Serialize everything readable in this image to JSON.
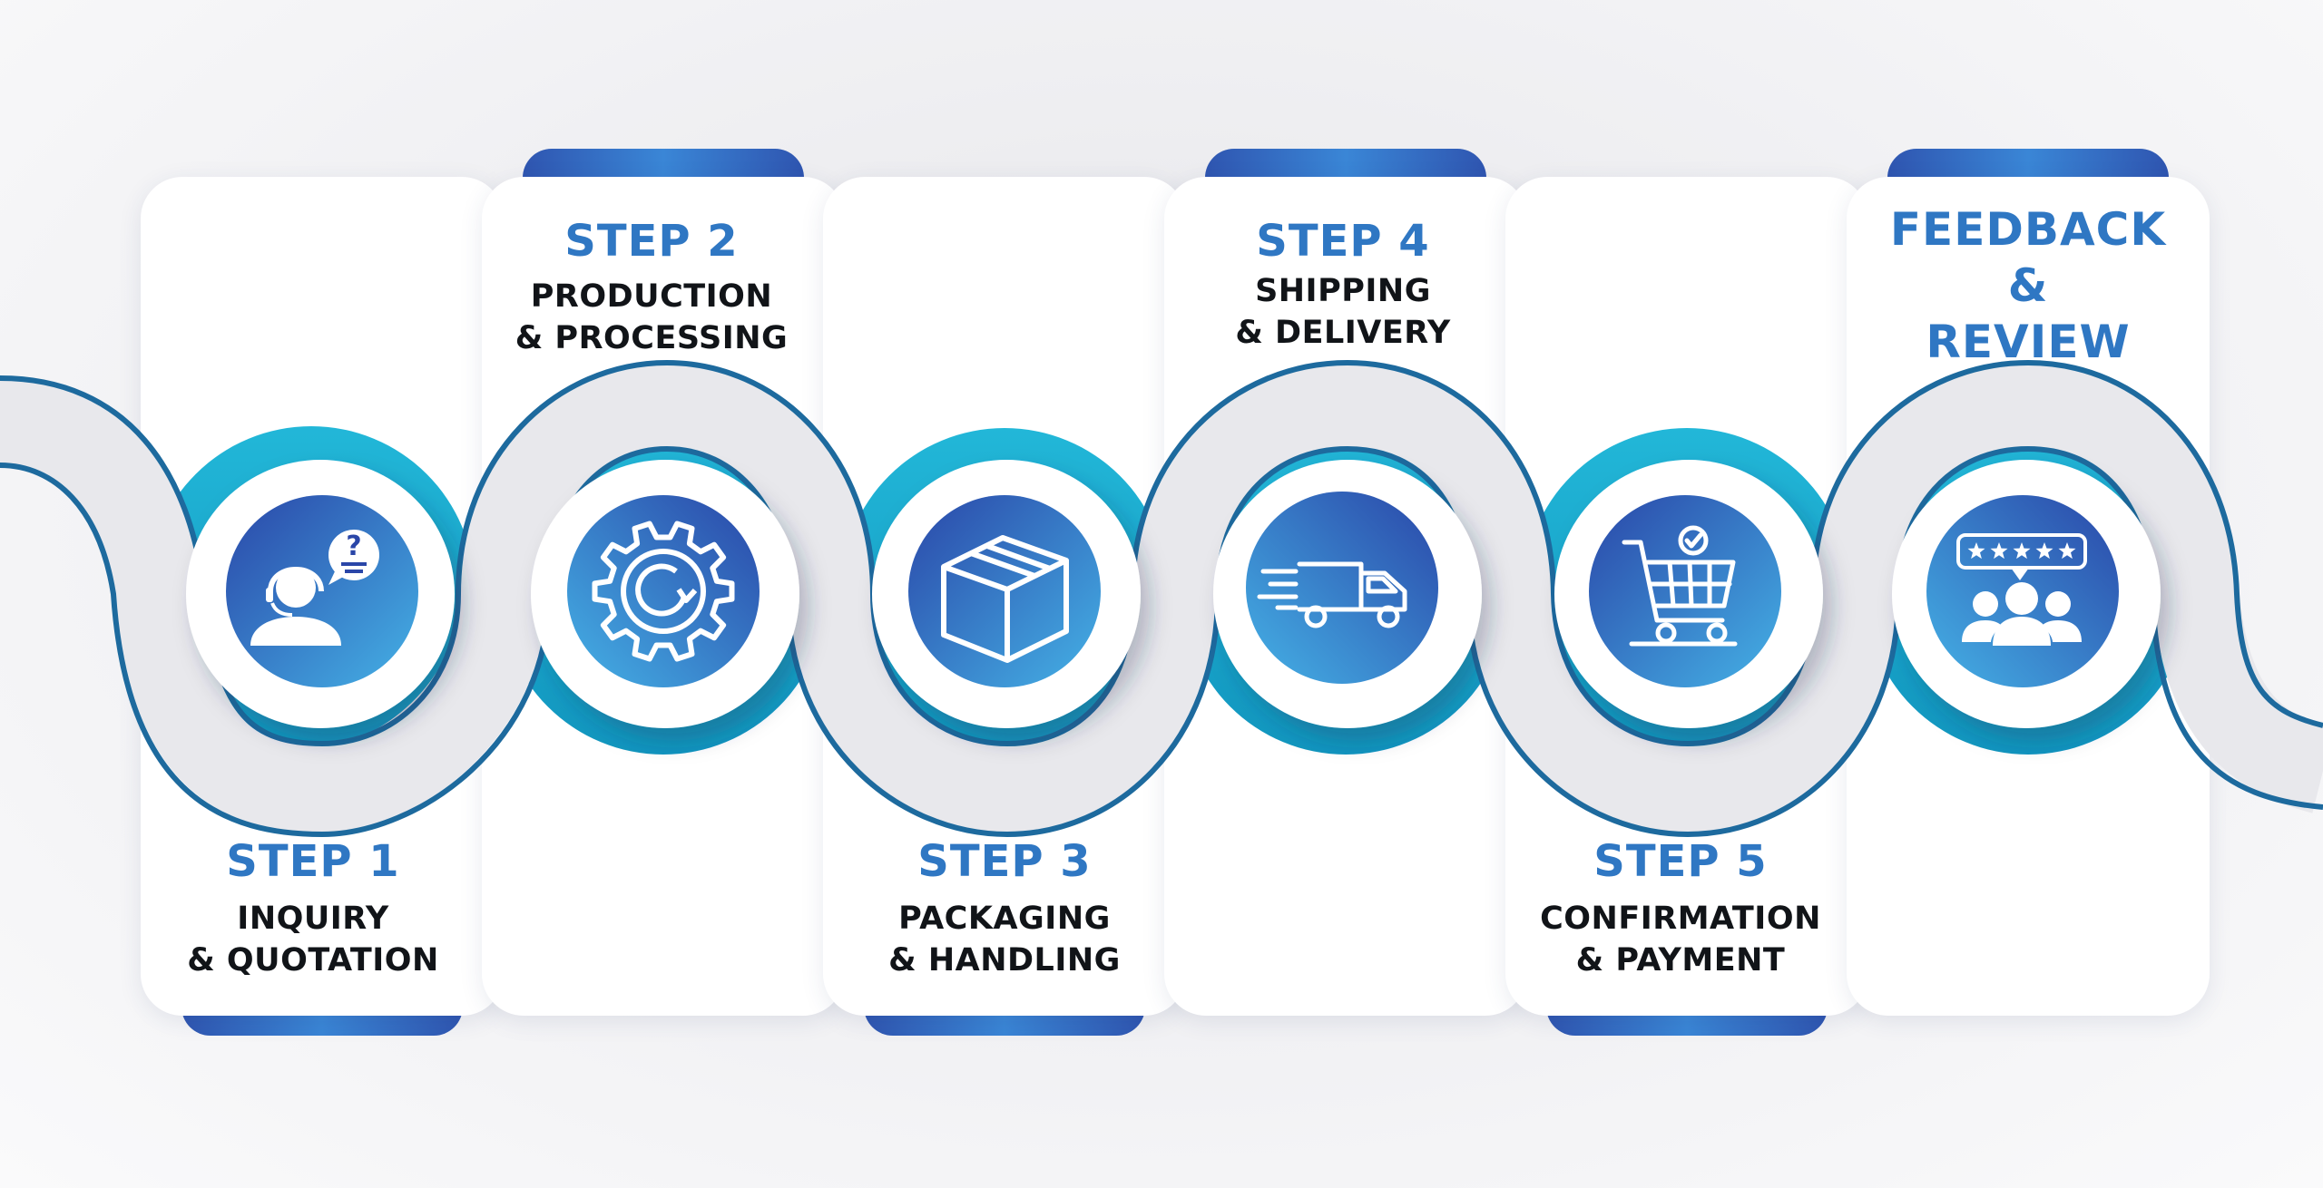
{
  "steps": [
    {
      "num": "STEP 1",
      "line1": "INQUIRY",
      "line2": "& QUOTATION",
      "icon": "customer-support-icon"
    },
    {
      "num": "STEP 2",
      "line1": "PRODUCTION",
      "line2": "& PROCESSING",
      "icon": "gear-process-icon"
    },
    {
      "num": "STEP 3",
      "line1": "PACKAGING",
      "line2": "& HANDLING",
      "icon": "package-box-icon"
    },
    {
      "num": "STEP 4",
      "line1": "SHIPPING",
      "line2": "& DELIVERY",
      "icon": "delivery-truck-icon"
    },
    {
      "num": "STEP 5",
      "line1": "CONFIRMATION",
      "line2": "& PAYMENT",
      "icon": "shopping-cart-icon"
    }
  ],
  "final": {
    "line1": "FEEDBACK",
    "line2": "&",
    "line3": "REVIEW",
    "icon": "customer-review-icon"
  },
  "colors": {
    "accent_blue": "#2f77c3",
    "ring_teal": "#1aa7cc",
    "wave_stroke": "#1d6a9e",
    "icon_dark": "#2a46a8",
    "icon_light": "#45b2e6",
    "text_dark": "#111418"
  }
}
